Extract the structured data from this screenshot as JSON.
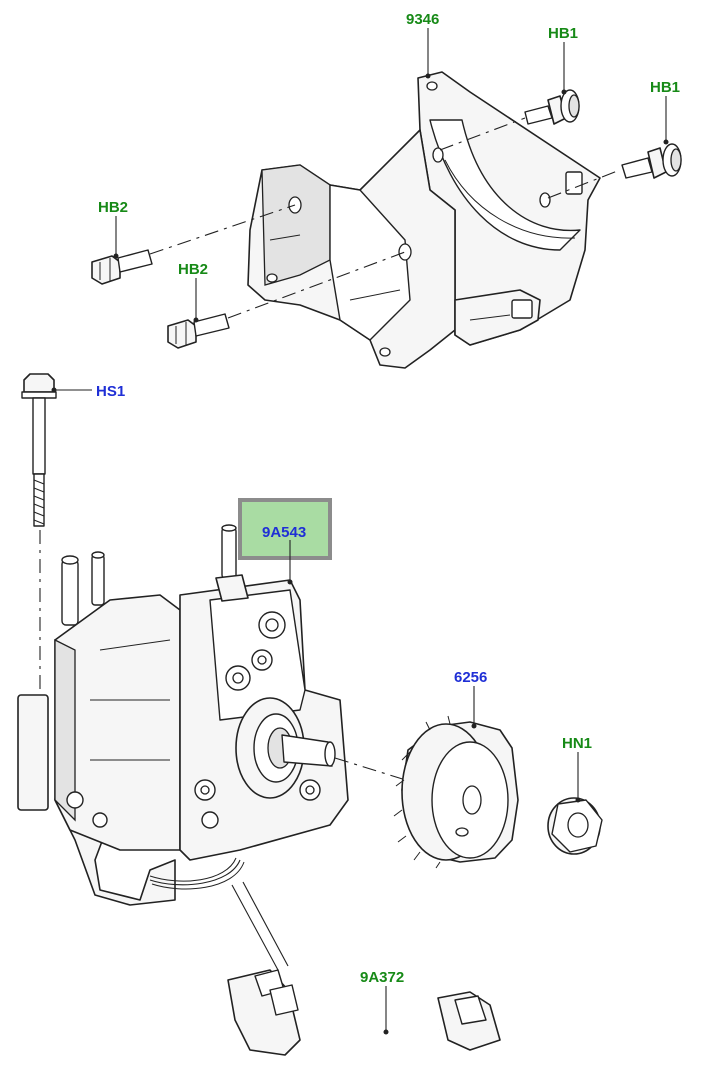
{
  "diagram": {
    "colors": {
      "label_green": "#178a17",
      "label_blue": "#1f2fd6",
      "highlight_fill": "#a9dca3",
      "highlight_border": "#8c8c8c"
    },
    "callouts": [
      {
        "id": "bracket",
        "text": "9346",
        "color": "green"
      },
      {
        "id": "bolt-hb1-upper",
        "text": "HB1",
        "color": "green"
      },
      {
        "id": "bolt-hb1-right",
        "text": "HB1",
        "color": "green"
      },
      {
        "id": "bolt-hb2-left",
        "text": "HB2",
        "color": "green"
      },
      {
        "id": "bolt-hb2-lower",
        "text": "HB2",
        "color": "green"
      },
      {
        "id": "screw-hs1",
        "text": "HS1",
        "color": "blue"
      },
      {
        "id": "fuel-pump",
        "text": "9A543",
        "color": "blue",
        "highlighted": true
      },
      {
        "id": "sprocket",
        "text": "6256",
        "color": "blue"
      },
      {
        "id": "nut-hn1",
        "text": "HN1",
        "color": "green"
      },
      {
        "id": "harness",
        "text": "9A372",
        "color": "green"
      }
    ]
  }
}
